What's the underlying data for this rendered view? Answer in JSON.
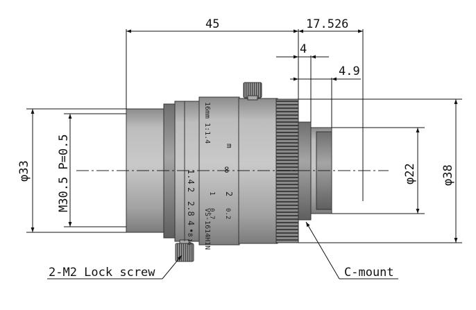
{
  "dimensions": {
    "overall_length": "45",
    "flange_back": "17.526",
    "mount_step": "4",
    "mount_protrusion": "4.9",
    "front_thread": "M30.5 P=0.5",
    "front_diameter": "φ33",
    "mount_diameter": "φ22",
    "body_diameter": "φ38"
  },
  "lens_markings": {
    "focal": "16mm 1:1.4",
    "unit_m": "m",
    "infinity": "∞",
    "dist_2": "2",
    "dist_1": "1",
    "dist_07": "0.7",
    "dist_02": "0.2",
    "model": "VS-1614H1N",
    "aperture_scale": [
      "1.4",
      "2",
      "2.8",
      "4",
      "•",
      "8",
      "16"
    ]
  },
  "callouts": {
    "lock_screw": "2-M2 Lock screw",
    "mount": "C-mount"
  },
  "colors": {
    "lens_body": "#a9a9a9",
    "knurl_dark": "#555555",
    "line": "#111111"
  }
}
